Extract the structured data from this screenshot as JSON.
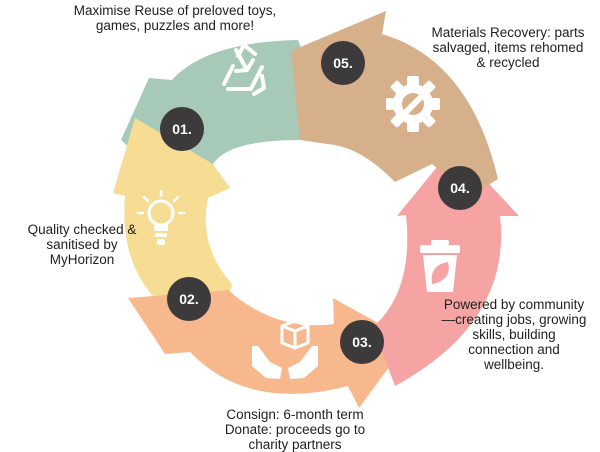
{
  "steps": [
    {
      "number": "01.",
      "color": "#a7c9b8",
      "icon": "recycle-icon",
      "label_lines": [
        "Maximise Reuse of preloved toys,",
        "games, puzzles and more!"
      ]
    },
    {
      "number": "02.",
      "color": "#f6dd93",
      "icon": "lightbulb-icon",
      "label_lines": [
        "Quality checked &",
        "sanitised by",
        "MyHorizon"
      ]
    },
    {
      "number": "03.",
      "color": "#f8b88d",
      "icon": "hands-box-icon",
      "label_lines": [
        "Consign: 6-month term",
        "Donate: proceeds go to",
        "charity partners"
      ]
    },
    {
      "number": "04.",
      "color": "#f6a3a3",
      "icon": "eco-bin-icon",
      "label_lines": [
        "Powered by community",
        "—creating jobs, growing",
        "skills, building",
        "connection and",
        "wellbeing."
      ]
    },
    {
      "number": "05.",
      "color": "#d5b08b",
      "icon": "gear-wrench-icon",
      "label_lines": [
        "Materials Recovery: parts",
        "salvaged, items rehomed",
        "& recycled"
      ]
    }
  ]
}
